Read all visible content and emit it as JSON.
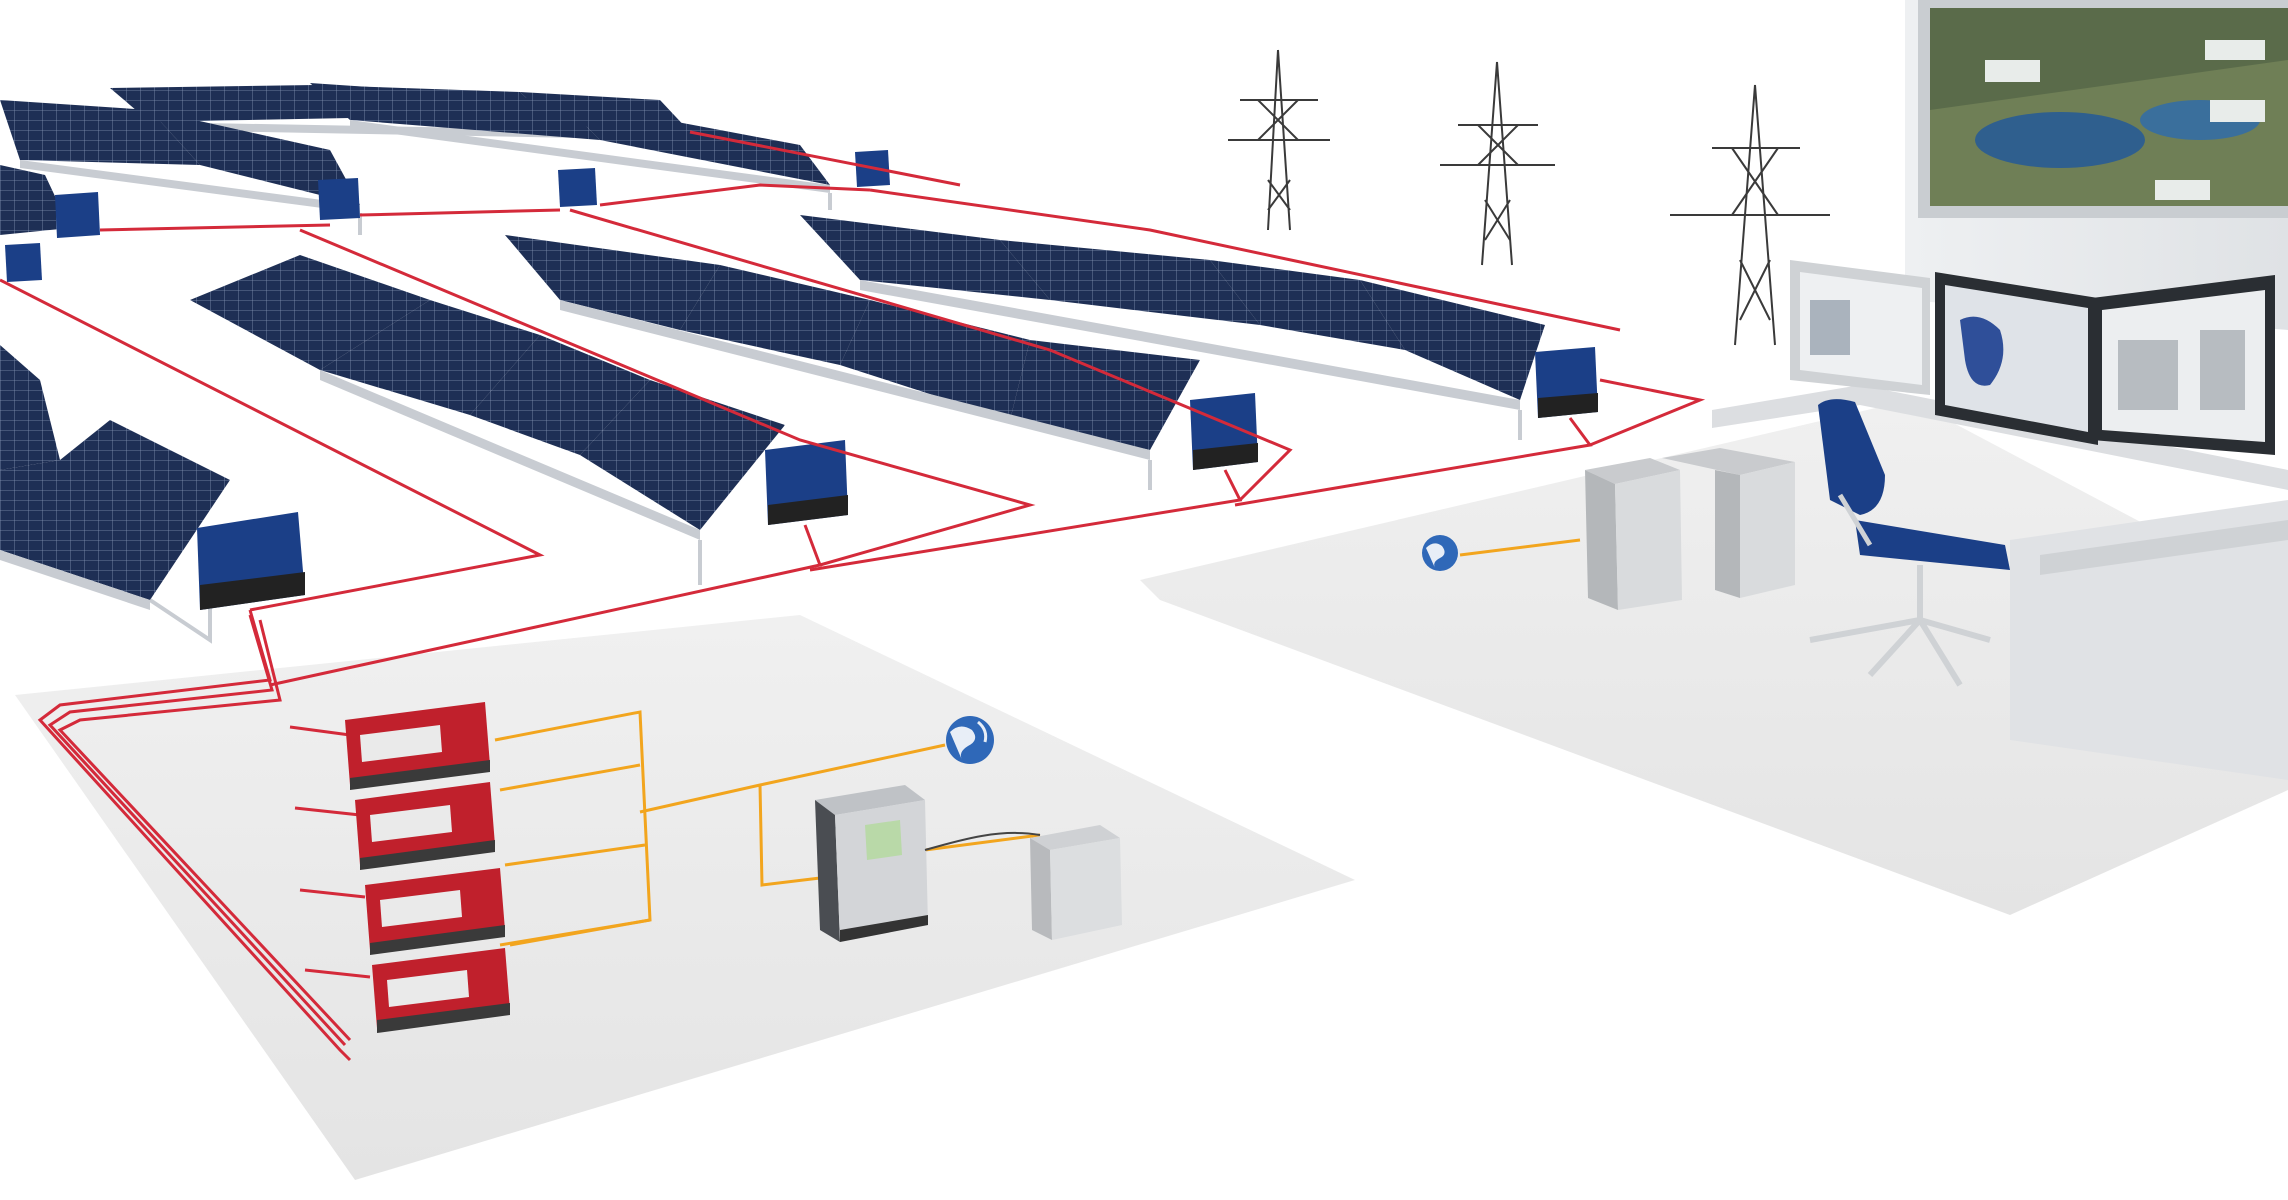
{
  "diagram": {
    "type": "illustration",
    "text_labels": [],
    "colors": {
      "background": "#ffffff",
      "floor": "#ebebeb",
      "panel": "#1e2f55",
      "panel_grid": "#8494b4",
      "frame": "#c8ccd2",
      "inverter": "#1b3f87",
      "combiner": "#c0202c",
      "dc_cable": "#d42a3a",
      "data_cable": "#f2a51e",
      "cabinet": "#d3d5d8",
      "chair": "#1b3f87",
      "screen": "#2a2e33",
      "globe": "#2f68b8"
    },
    "components": {
      "solar_panel_rows": 7,
      "string_inverters": 9,
      "combiner_boxes": 4,
      "power_pylons": 3,
      "globe_icons": 2,
      "desk_monitors": 3,
      "wall_displays": 1,
      "office_chairs": 1
    },
    "icons": [
      "solar-panel",
      "string-inverter",
      "combiner-box",
      "power-pylon",
      "globe-icon",
      "data-logger-cabinet",
      "monitoring-workstation"
    ]
  }
}
